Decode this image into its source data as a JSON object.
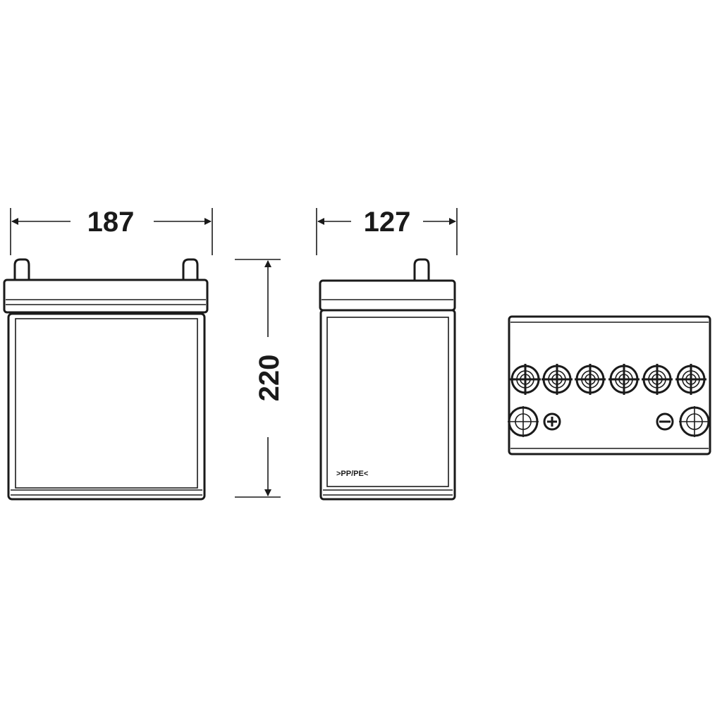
{
  "dimensions": {
    "length": "187",
    "width": "127",
    "height": "220"
  },
  "side_label": ">PP/PE<",
  "top_view": {
    "vent_caps": 6,
    "terminals": [
      {
        "polarity": "plus-icon"
      },
      {
        "polarity": "minus-icon"
      }
    ]
  },
  "line_color": "#1a1a1a"
}
